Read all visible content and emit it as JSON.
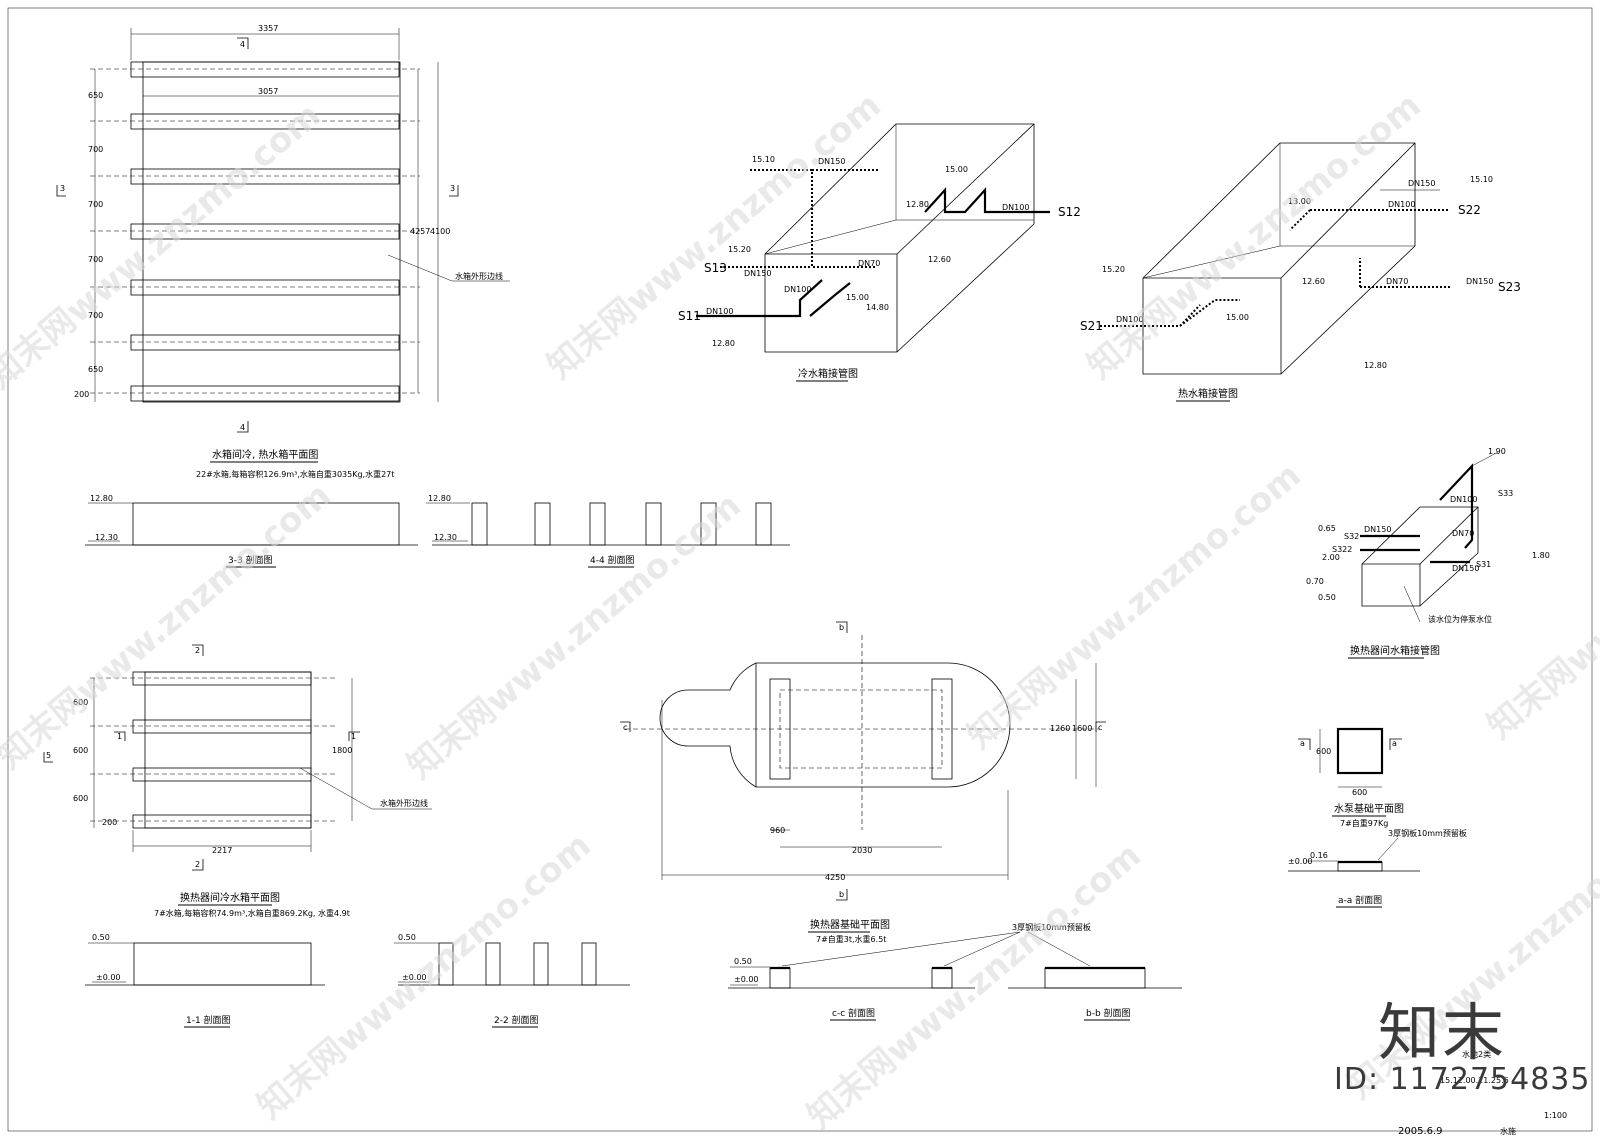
{
  "drawing": {
    "plan_tank": {
      "title": "水箱间冷, 热水箱平面图",
      "note": "22#水箱,每箱容积126.9m³,水箱自重3035Kg,水重27t",
      "dim_top_outer": "3357",
      "dim_top_inner": "3057",
      "dim_left": [
        "650",
        "700",
        "700",
        "700",
        "700",
        "650",
        "200"
      ],
      "dim_right_a": "4257",
      "dim_right_b": "4100",
      "leader": "水箱外形边线",
      "cut_3": "3",
      "cut_4": "4"
    },
    "sec_33": {
      "title": "3-3 剖面图",
      "lv_top": "12.80",
      "lv_bot": "12.30"
    },
    "sec_44": {
      "title": "4-4 剖面图",
      "lv_top": "12.80",
      "lv_bot": "12.30"
    },
    "plan_hx": {
      "title": "换热器间冷水箱平面图",
      "note": "7#水箱,每箱容积74.9m³,水箱自重869.2Kg, 水重4.9t",
      "dim_left": [
        "600",
        "600",
        "600",
        "200"
      ],
      "dim_right": "1800",
      "dim_bottom": "2217",
      "leader": "水箱外形边线",
      "cut_1": "1",
      "cut_2": "2",
      "cut_5": "5"
    },
    "sec_11": {
      "title": "1-1 剖面图",
      "lv_top": "0.50",
      "lv_bot": "±0.00"
    },
    "sec_22": {
      "title": "2-2 剖面图",
      "lv_top": "0.50",
      "lv_bot": "±0.00"
    },
    "cold_iso": {
      "title": "冷水箱接管图",
      "labels": [
        "15.10",
        "DN150",
        "15.00",
        "12.80",
        "DN100",
        "S12",
        "15.20",
        "DN150",
        "S13",
        "DN70",
        "12.60",
        "15.00",
        "DN100",
        "S11",
        "14.80",
        "12.80",
        "DN100"
      ]
    },
    "hot_iso": {
      "title": "热水箱接管图",
      "labels": [
        "DN150",
        "15.10",
        "13.00",
        "DN100",
        "S22",
        "15.20",
        "12.60",
        "DN70",
        "DN150",
        "S23",
        "DN100",
        "S21",
        "15.00",
        "12.80"
      ]
    },
    "hx_iso": {
      "title": "换热器间水箱接管图",
      "labels": [
        "1.90",
        "S33",
        "DN100",
        "0.65",
        "S32",
        "DN150",
        "S322",
        "DN70",
        "2.00",
        "DN150",
        "S31",
        "1.80",
        "0.70",
        "0.50"
      ],
      "leader": "该水位为停泵水位"
    },
    "hx_base": {
      "title": "换热器基础平面图",
      "note": "7#自重3t,水重6.5t",
      "dims": [
        "1260",
        "1600",
        "960",
        "2030",
        "4250"
      ],
      "cut_c": "c",
      "cut_b": "b"
    },
    "sec_cc": {
      "title": "c-c 剖面图",
      "lv_top": "0.50",
      "lv_bot": "±0.00",
      "leader": "3厚钢板10mm预留板"
    },
    "sec_bb": {
      "title": "b-b 剖面图"
    },
    "pump_base": {
      "title": "水泵基础平面图",
      "note": "7#自重97Kg",
      "dim_side": "600",
      "dim_bottom": "600",
      "cut_a": "a"
    },
    "sec_aa": {
      "title": "a-a 剖面图",
      "lv_top": "0.16",
      "lv_bot": "±0.00",
      "leader": "3厚钢板10mm预留板"
    },
    "title_block": {
      "line1": "水池2类",
      "line2": "15.12.00.21.25.6",
      "date": "2005.6.9",
      "scale": "1:100",
      "sheet": "水施"
    }
  },
  "watermark": {
    "text": "知末网www.znzmo.com",
    "logo": "知末",
    "id": "ID: 1172754835"
  }
}
